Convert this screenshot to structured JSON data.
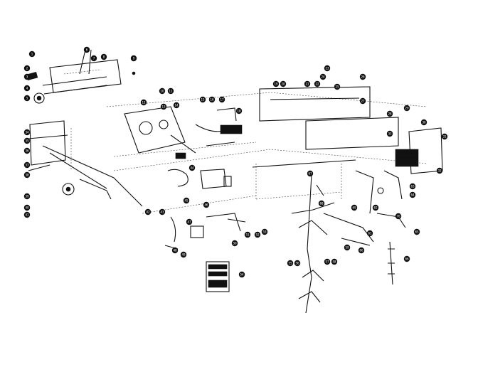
{
  "callouts": [
    "1",
    "2",
    "3",
    "4",
    "5",
    "6",
    "7",
    "8",
    "9",
    "10",
    "11",
    "12",
    "13",
    "14",
    "15",
    "16",
    "17",
    "18",
    "19",
    "20",
    "21",
    "22",
    "23",
    "24",
    "25",
    "26",
    "27",
    "28",
    "29",
    "30",
    "31",
    "32",
    "33",
    "34",
    "35",
    "36",
    "37",
    "38",
    "39",
    "40",
    "41",
    "42",
    "43",
    "44",
    "45",
    "46",
    "47",
    "48",
    "49",
    "50",
    "51",
    "52",
    "53",
    "54",
    "55",
    "56",
    "57",
    "58",
    "59",
    "60",
    "61",
    "62",
    "63",
    "64",
    "65",
    "66",
    "67",
    "68",
    "69",
    "70"
  ]
}
